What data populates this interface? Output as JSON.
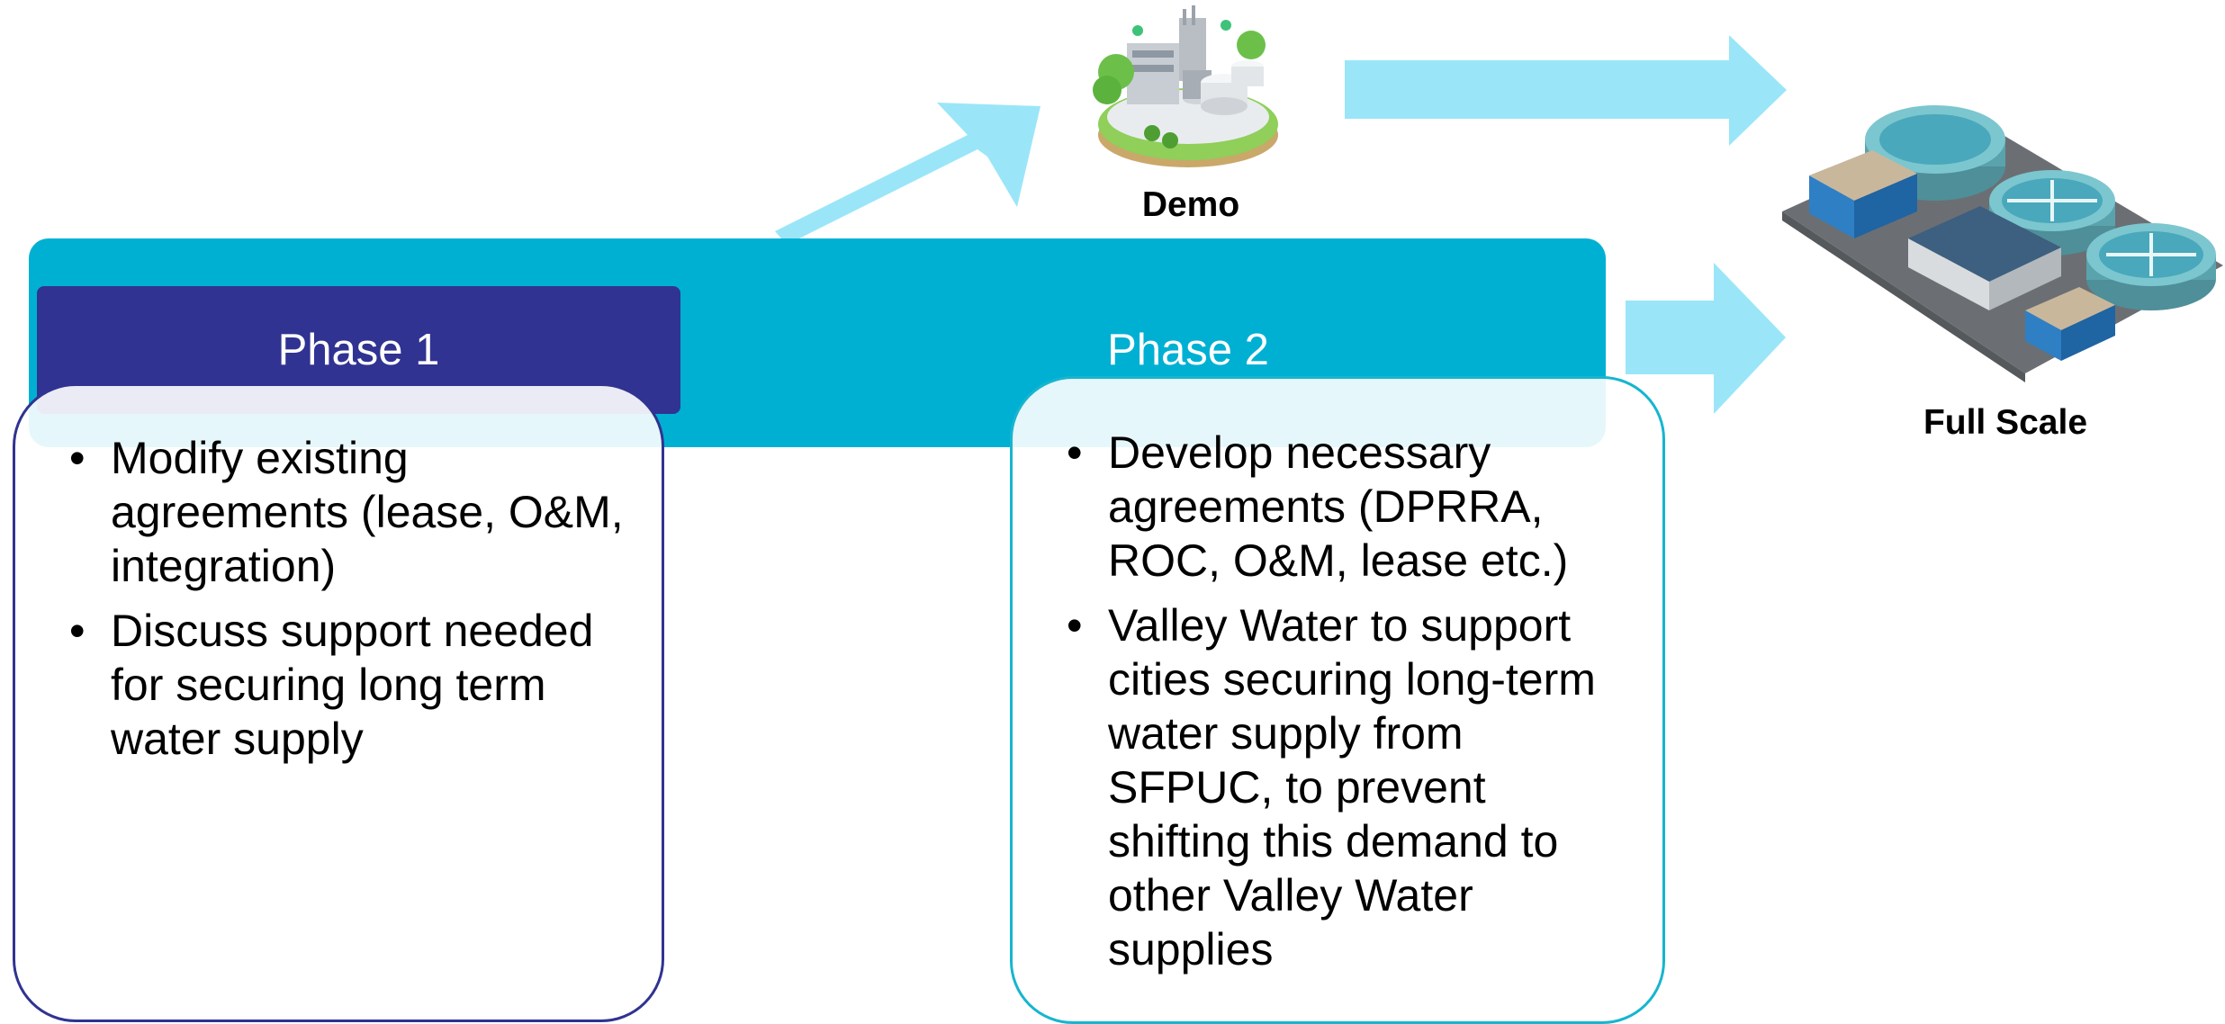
{
  "stages": {
    "demo_label": "Demo",
    "full_scale_label": "Full Scale"
  },
  "phase1": {
    "title": "Phase 1",
    "bullets": [
      "Modify existing agreements (lease, O&M, integration)",
      "Discuss support needed for securing long term water supply"
    ]
  },
  "phase2": {
    "title": "Phase 2",
    "bullets": [
      "Develop necessary agreements (DPRRA, ROC, O&M, lease etc.)",
      "Valley Water to support cities securing long-term water supply from SFPUC, to prevent shifting this demand to other Valley Water supplies"
    ]
  },
  "bullet_glyph": "•",
  "icons": {
    "demo": "demo-treatment-plant-icon",
    "full_scale": "full-scale-treatment-plant-icon"
  },
  "colors": {
    "band": "#00b0d3",
    "phase1_header": "#303391",
    "arrow": "#9ae6f8"
  }
}
